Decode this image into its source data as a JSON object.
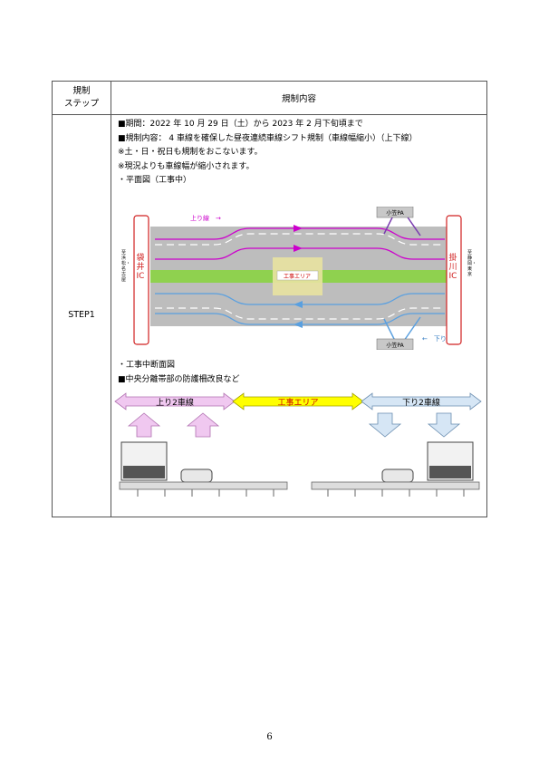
{
  "table": {
    "header_step": [
      "規制",
      "ステップ"
    ],
    "header_content": "規制内容",
    "step_label": "STEP1"
  },
  "content": {
    "lines": [
      "■期間：2022 年 10 月 29 日（土）から 2023 年 2 月下旬頃まで",
      "■規制内容： 4 車線を確保した昼夜連続車線シフト規制（車線幅縮小）（上下線）",
      "※土・日・祝日も規制をおこないます。",
      "※現況よりも車線幅が縮小されます。",
      "・平面図（工事中）"
    ],
    "section2": [
      "・工事中断面図",
      "■中央分離帯部の防護柵改良など"
    ]
  },
  "plan": {
    "up_label": "上り線　→",
    "down_label": "←　下り線",
    "area_label": "工事エリア",
    "pa_top": "小笠PA",
    "pa_bottom": "小笠PA",
    "left_ic": "袋井IC",
    "right_ic": "掛川IC",
    "left_dest": "至　浜松・名古屋",
    "right_dest": "至　静岡・東京",
    "colors": {
      "up": "#cc00cc",
      "down": "#5aa0e0",
      "median": "#8fd14f",
      "area": "#e8e2a0"
    }
  },
  "cross_section": {
    "up_label": "上り2車線",
    "area_label": "工事エリア",
    "down_label": "下り2車線",
    "colors": {
      "up": "#f0c8f0",
      "area": "#ffff00",
      "down": "#d6e6f5"
    }
  },
  "page_number": "6"
}
